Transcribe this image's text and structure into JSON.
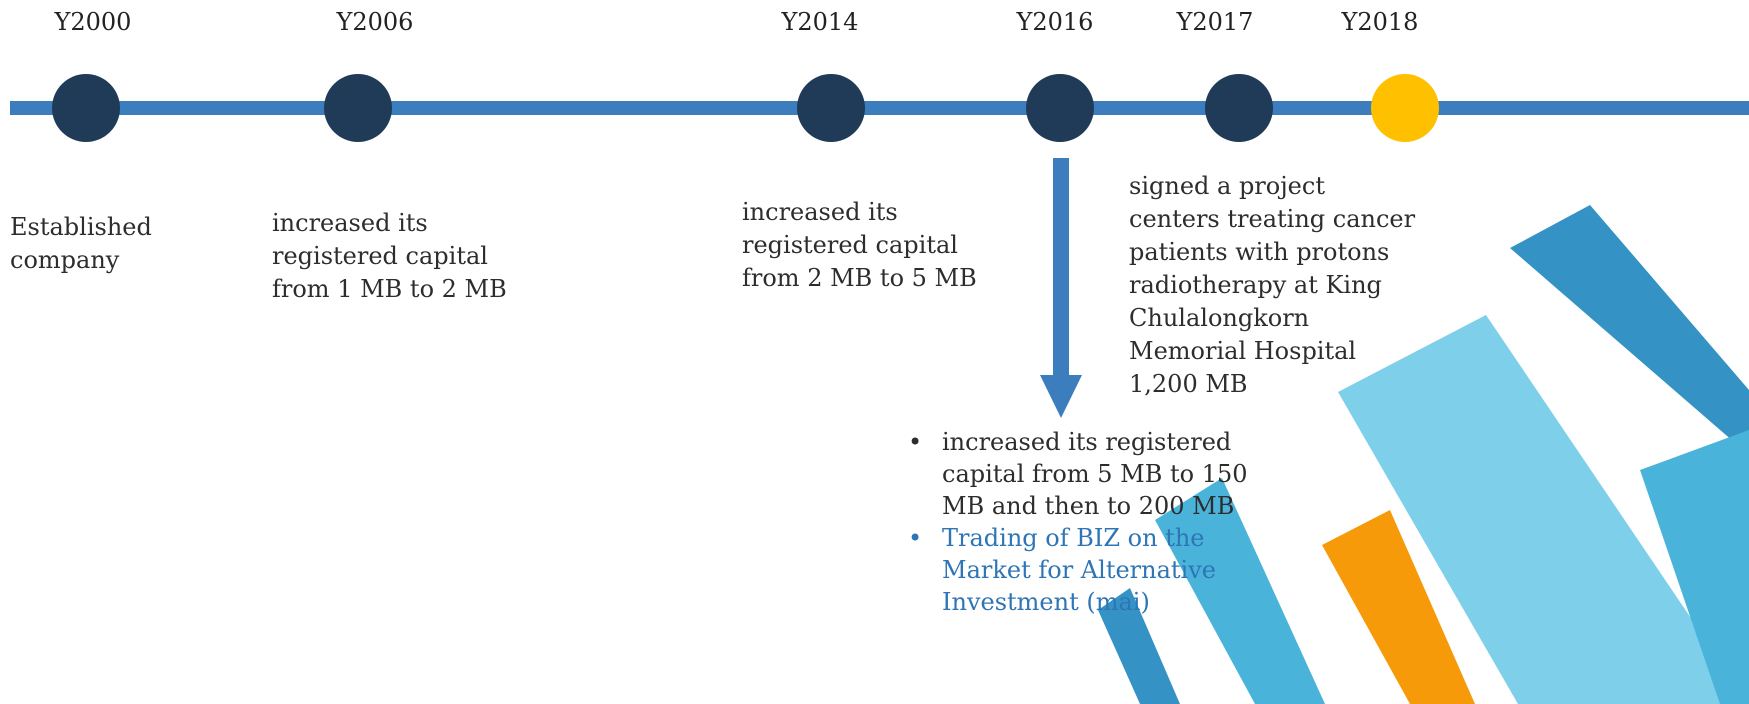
{
  "timeline": {
    "events": [
      {
        "year": "Y2000",
        "lines": [
          "Established",
          "company"
        ],
        "highlight": false
      },
      {
        "year": "Y2006",
        "lines": [
          "increased its",
          "registered capital",
          "from 1 MB to 2 MB"
        ],
        "highlight": false
      },
      {
        "year": "Y2014",
        "lines": [
          "increased its",
          "registered capital",
          "from 2 MB to 5 MB"
        ],
        "highlight": false
      },
      {
        "year": "Y2016",
        "lines": [],
        "highlight": false
      },
      {
        "year": "Y2017",
        "lines": [
          "signed a project",
          "centers treating cancer",
          "patients with protons",
          "radiotherapy at King",
          "Chulalongkorn",
          "Memorial Hospital",
          "1,200 MB"
        ],
        "highlight": false
      },
      {
        "year": "Y2018",
        "lines": [],
        "highlight": true
      }
    ],
    "y2016_bullets": [
      {
        "lines": [
          "increased its registered",
          "capital from 5 MB to 150",
          "MB and then to 200 MB"
        ],
        "style": "dark"
      },
      {
        "lines": [
          "Trading of BIZ on the",
          "Market for Alternative",
          "Investment (mai)"
        ],
        "style": "blue"
      }
    ]
  },
  "colors": {
    "line": "#3b7dbd",
    "node": "#1f3b57",
    "highlight_node": "#ffc000",
    "bullet_blue": "#2e75b6",
    "deco_light": "#7ecfe9",
    "deco_mid": "#49b3da",
    "deco_dark": "#3493c4",
    "deco_orange": "#f79a0a"
  }
}
